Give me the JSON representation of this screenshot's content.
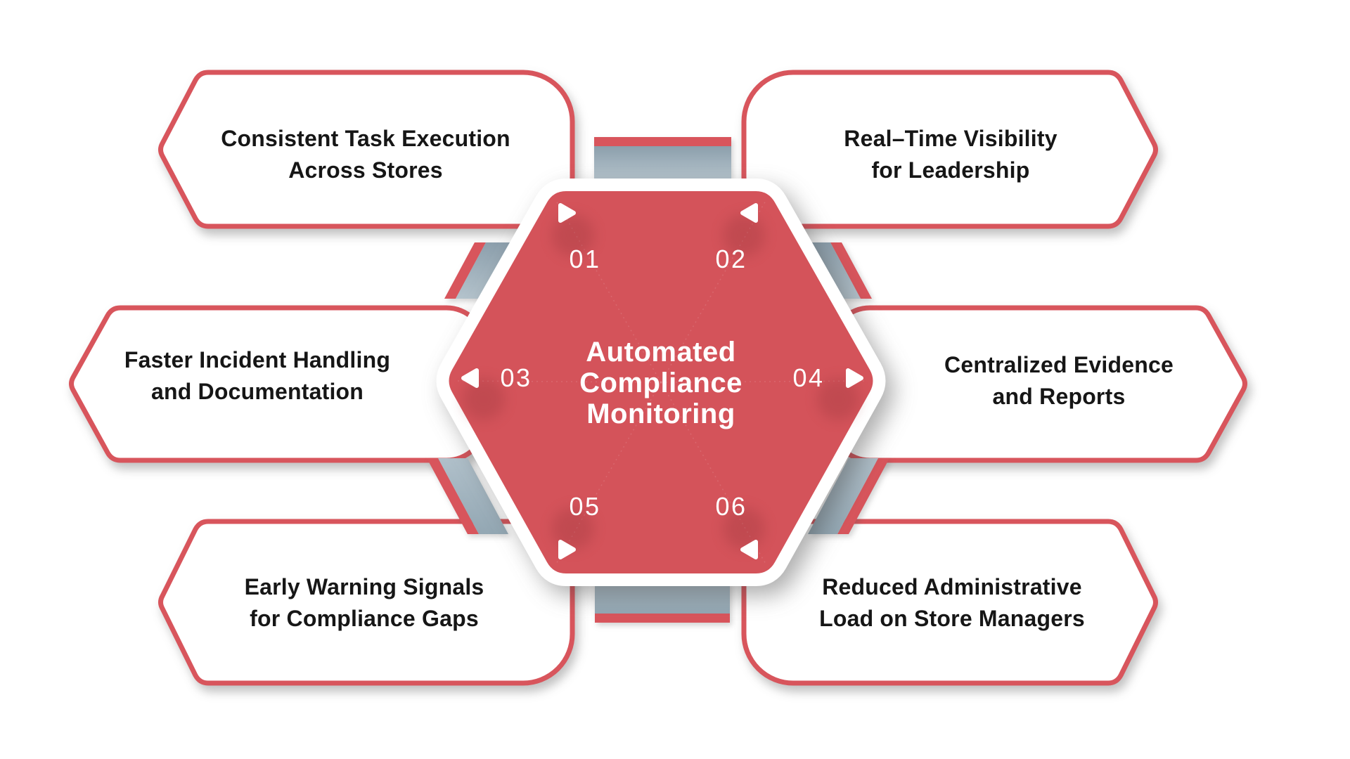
{
  "title": {
    "text": "Automated Compliance Monitoring",
    "lines": [
      "Automated",
      "Compliance",
      "Monitoring"
    ]
  },
  "items": [
    {
      "number": "01",
      "position": "top-left",
      "label": "Consistent Task Execution Across Stores",
      "lines": [
        "Consistent Task Execution",
        "Across Stores"
      ]
    },
    {
      "number": "02",
      "position": "top-right",
      "label": "Real–Time Visibility for Leadership",
      "lines": [
        "Real–Time Visibility",
        "for Leadership"
      ]
    },
    {
      "number": "03",
      "position": "middle-left",
      "label": "Faster Incident Handling and Documentation",
      "lines": [
        "Faster Incident Handling",
        "and Documentation"
      ]
    },
    {
      "number": "04",
      "position": "middle-right",
      "label": "Centralized Evidence and Reports",
      "lines": [
        "Centralized Evidence",
        "and Reports"
      ]
    },
    {
      "number": "05",
      "position": "bottom-left",
      "label": "Early Warning Signals for Compliance Gaps",
      "lines": [
        "Early Warning Signals",
        "for Compliance Gaps"
      ]
    },
    {
      "number": "06",
      "position": "bottom-right",
      "label": "Reduced Administrative Load on Store Managers",
      "lines": [
        "Reduced Administrative",
        "Load on Store Managers"
      ]
    }
  ],
  "colors": {
    "hexagon_red": "#D4535A",
    "border_red": "#D8555C",
    "connector_slate_dark": "#8C9FAC",
    "connector_slate_light": "#B4C3CC",
    "text_black": "#161616",
    "white": "#FFFFFF",
    "background": "#FFFFFF"
  }
}
